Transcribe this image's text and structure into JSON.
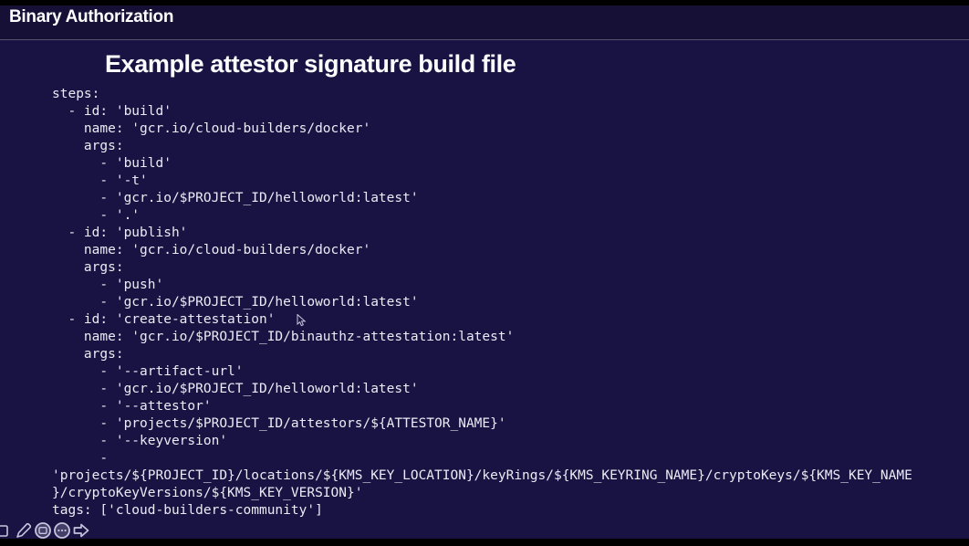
{
  "colors": {
    "background": "#191343",
    "header_band": "#161036",
    "letterbox_bar": "#000000",
    "divider": "#55526f",
    "title_text": "#fdfdfe",
    "code_text": "#eceaf4",
    "icon_stroke": "#c6c4dd"
  },
  "header": {
    "title": "Binary Authorization"
  },
  "slide": {
    "heading": "Example attestor signature build file",
    "code": "steps:\n  - id: 'build'\n    name: 'gcr.io/cloud-builders/docker'\n    args:\n      - 'build'\n      - '-t'\n      - 'gcr.io/$PROJECT_ID/helloworld:latest'\n      - '.'\n  - id: 'publish'\n    name: 'gcr.io/cloud-builders/docker'\n    args:\n      - 'push'\n      - 'gcr.io/$PROJECT_ID/helloworld:latest'\n  - id: 'create-attestation'\n    name: 'gcr.io/$PROJECT_ID/binauthz-attestation:latest'\n    args:\n      - '--artifact-url'\n      - 'gcr.io/$PROJECT_ID/helloworld:latest'\n      - '--attestor'\n      - 'projects/$PROJECT_ID/attestors/${ATTESTOR_NAME}'\n      - '--keyversion'\n      -\n'projects/${PROJECT_ID}/locations/${KMS_KEY_LOCATION}/keyRings/${KMS_KEYRING_NAME}/cryptoKeys/${KMS_KEY_NAME\n}/cryptoKeyVersions/${KMS_KEY_VERSION}'\ntags: ['cloud-builders-community']"
  },
  "toolbar": {
    "icons": [
      "shape-icon",
      "pencil-icon",
      "stamp-icon",
      "more-options-icon",
      "next-arrow-icon"
    ]
  }
}
